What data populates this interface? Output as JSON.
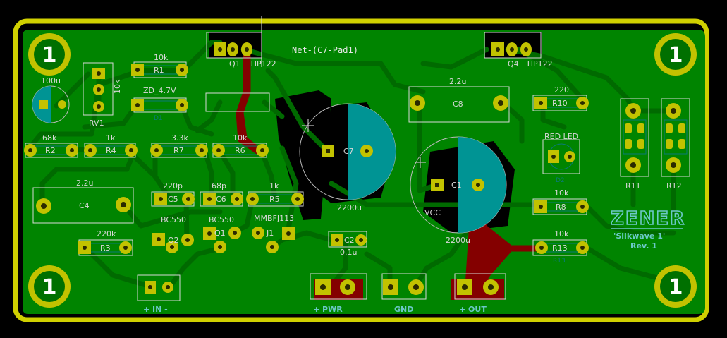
{
  "board": {
    "net_label": "Net-(C7-Pad1)",
    "mounting_hole": "1",
    "brand": "ZENER",
    "product": "'Silkwave 1'",
    "revision": "Rev. 1",
    "colors": {
      "copper_pour": "#008400",
      "trace": "#007200",
      "back_copper": "#840000",
      "pad": "#c2c200",
      "silkscreen": "#d8d8d8",
      "fab": "#008484",
      "edge": "#d0d000"
    }
  },
  "connectors": {
    "in_label": "+ IN -",
    "pwr_label": "+ PWR",
    "gnd_label": "GND",
    "out_label": "+ OUT"
  },
  "components": {
    "r1_value": "10k",
    "r1_ref": "R1",
    "d1_value": "ZD_4.7V",
    "d1_ref": "D1",
    "c9_value": "100u",
    "rv1_value": "10k",
    "rv1_ref": "RV1",
    "q1_ref": "Q1",
    "q1_value": "TIP122",
    "q3_ref": "Q4",
    "q3_value": "TIP122",
    "r2_value": "68k",
    "r2_ref": "R2",
    "r4_value": "1k",
    "r4_ref": "R4",
    "r7_value": "3.3k",
    "r7_ref": "R7",
    "r6_value": "10k",
    "r6_ref": "R6",
    "c4_value": "2.2u",
    "c4_ref": "C4",
    "c5_value": "220p",
    "c5_ref": "C5",
    "c6_value": "68p",
    "c6_ref": "C6",
    "r5_value": "1k",
    "r5_ref": "R5",
    "r3_value": "220k",
    "r3_ref": "R3",
    "q2_value": "BC550",
    "q2_ref": "Q2",
    "q5_value": "BC550",
    "q5_ref": "Q1",
    "j1_value": "MMBFJ113",
    "j1_ref": "J1",
    "c2_value": "0.1u",
    "c2_ref": "C2",
    "c7_value": "2200u",
    "c7_ref": "C7",
    "c1_value": "2200u",
    "c1_ref": "C1",
    "vcc_label": "VCC",
    "c8_value": "2.2u",
    "c8_ref": "C8",
    "r10_value": "220",
    "r10_ref": "R10",
    "led_value": "RED LED",
    "led_ref": "D2",
    "r8_value": "10k",
    "r8_ref": "R8",
    "r13_value": "10k",
    "r13_ref": "R13",
    "r11_ref": "R11",
    "r12_ref": "R12"
  }
}
